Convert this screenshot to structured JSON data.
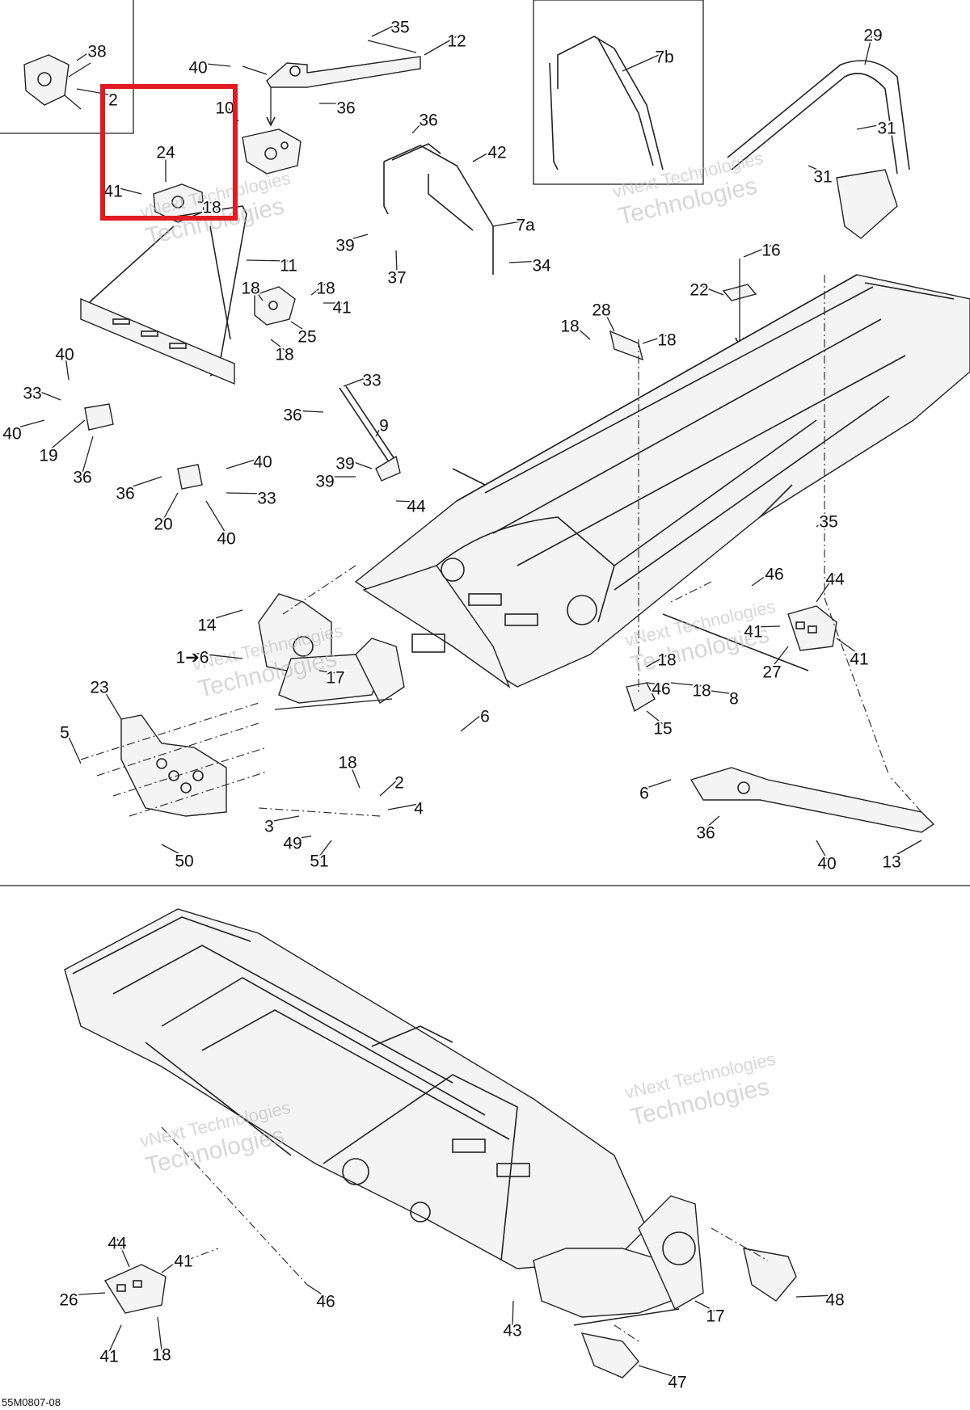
{
  "diagram": {
    "reference_code": "55M0807-08",
    "watermark": {
      "line1": "vNext Technologies",
      "line2": "Technologies"
    },
    "callouts_top": [
      "38",
      "2",
      "35",
      "12",
      "40",
      "36",
      "10",
      "24",
      "41",
      "18",
      "36",
      "42",
      "7b",
      "29",
      "31",
      "31",
      "39",
      "37",
      "7a",
      "34",
      "11",
      "18",
      "18",
      "41",
      "25",
      "18",
      "16",
      "22",
      "28",
      "18",
      "18",
      "40",
      "33",
      "33",
      "36",
      "9",
      "40",
      "19",
      "36",
      "39",
      "39",
      "44",
      "36",
      "40",
      "33",
      "20",
      "40",
      "14",
      "1➔6",
      "17",
      "46",
      "44",
      "41",
      "41",
      "27",
      "18",
      "46",
      "18",
      "8",
      "15",
      "23",
      "5",
      "6",
      "18",
      "2",
      "4",
      "3",
      "49",
      "51",
      "50",
      "6",
      "36",
      "40",
      "13",
      "35",
      "22"
    ],
    "callouts_bottom": [
      "44",
      "41",
      "26",
      "41",
      "18",
      "46",
      "43",
      "17",
      "48",
      "47"
    ],
    "highlight_color": "#e21b23"
  }
}
